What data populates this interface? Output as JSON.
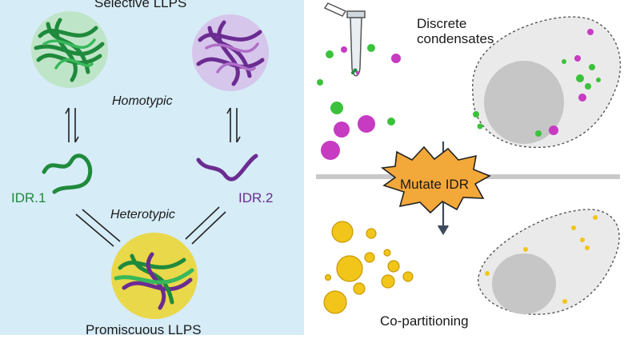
{
  "left_panel": {
    "title_top": "Selective LLPS",
    "homotypic": "Homotypic",
    "heterotypic": "Heterotypic",
    "idr1": "IDR.1",
    "idr2": "IDR.2",
    "title_bottom": "Promiscuous LLPS"
  },
  "right_panel": {
    "discrete": "Discrete\ncondensates",
    "mutate": "Mutate IDR",
    "copart": "Co-partitioning"
  },
  "colors": {
    "panel_bg": "#d6ecf7",
    "green_strand": "#1f8a3c",
    "purple_strand": "#6b2c91",
    "magenta_drop": "#c73bc2",
    "green_drop": "#3bc23b",
    "yellow_drop": "#f2c51b",
    "burst": "#f3a83a"
  }
}
